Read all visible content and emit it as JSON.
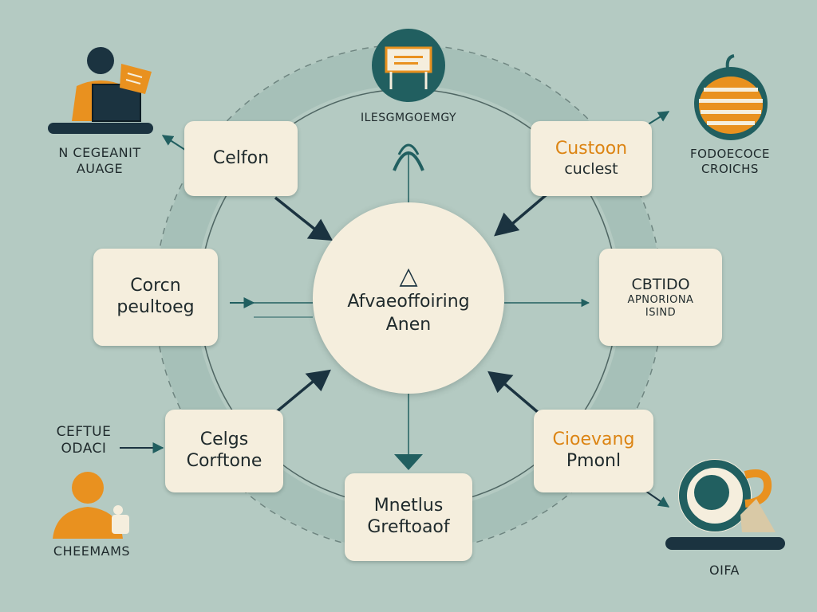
{
  "hub": {
    "icon": "triangle-icon",
    "line1": "Afvaeoffoiring",
    "line2": "Anen"
  },
  "nodes": [
    {
      "id": "top-left",
      "lines": [
        "Celfon"
      ]
    },
    {
      "id": "top-right",
      "lines": [
        "Custoon",
        "cuclest"
      ]
    },
    {
      "id": "mid-left",
      "lines": [
        "Corcn",
        "peultoeg"
      ]
    },
    {
      "id": "mid-right",
      "lines": [
        "CBTIDO",
        "APNORIONA",
        "ISIND"
      ]
    },
    {
      "id": "bottom-left",
      "lines": [
        "Celgs",
        "Corftone"
      ]
    },
    {
      "id": "bottom-center",
      "lines": [
        "Mnetlus",
        "Greftoaof"
      ]
    },
    {
      "id": "bottom-right",
      "lines": [
        "Cioevang",
        "Pmonl"
      ]
    }
  ],
  "labels": {
    "top_center": "ILESGMGOEMGY",
    "top_left": [
      "N CEGEANIT",
      "AUAGE"
    ],
    "top_right": [
      "FODOECOCE",
      "CROICHS"
    ],
    "left_mid": [
      "CEFTUE",
      "ODACI"
    ],
    "bottom_left": "CHEEMAMS",
    "bottom_right": "OIFA"
  },
  "colors": {
    "background": "#b4cac2",
    "card": "#f5eedd",
    "dark_teal": "#215f60",
    "navy": "#1b3340",
    "orange": "#e9911f",
    "ring": "#a3bdb5"
  }
}
